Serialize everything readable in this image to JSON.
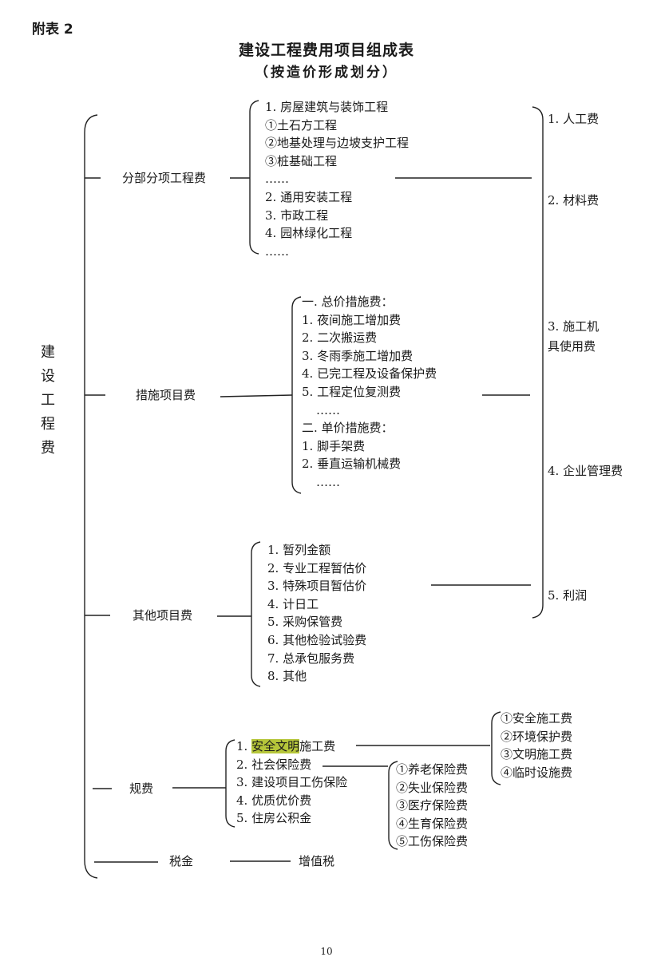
{
  "header": {
    "attachment_label": "附表 2",
    "title": "建设工程费用项目组成表",
    "subtitle": "（按造价形成划分）"
  },
  "root": {
    "chars": [
      "建",
      "设",
      "工",
      "程",
      "费"
    ]
  },
  "categories": {
    "fenbu": {
      "label": "分部分项工程费",
      "items": [
        "1. 房屋建筑与装饰工程",
        "①土石方工程",
        "②地基处理与边坡支护工程",
        "③桩基础工程",
        "……",
        "2. 通用安装工程",
        "3. 市政工程",
        "4. 园林绿化工程",
        "……"
      ]
    },
    "cuoshi": {
      "label": "措施项目费",
      "items": [
        "一. 总价措施费：",
        "1. 夜间施工增加费",
        "2. 二次搬运费",
        "3. 冬雨季施工增加费",
        "4. 已完工程及设备保护费",
        "5. 工程定位复测费",
        "……",
        "二. 单价措施费：",
        "1. 脚手架费",
        "2. 垂直运输机械费",
        "……"
      ]
    },
    "qita": {
      "label": "其他项目费",
      "items": [
        "1. 暂列金额",
        "2. 专业工程暂估价",
        "3. 特殊项目暂估价",
        "4. 计日工",
        "5. 采购保管费",
        "6. 其他检验试验费",
        "7. 总承包服务费",
        "8. 其他"
      ]
    },
    "guifei": {
      "label": "规费",
      "item1_prefix": "1. ",
      "item1_highlight": "安全文明",
      "item1_suffix": "施工费",
      "items": [
        "2. 社会保险费",
        "3. 建设项目工伤保险",
        "4. 优质优价费",
        "5. 住房公积金"
      ],
      "safety_items": [
        "①安全施工费",
        "②环境保护费",
        "③文明施工费",
        "④临时设施费"
      ],
      "insurance_items": [
        "①养老保险费",
        "②失业保险费",
        "③医疗保险费",
        "④生育保险费",
        "⑤工伤保险费"
      ]
    },
    "shuijin": {
      "label": "税金",
      "item": "增值税"
    }
  },
  "components": {
    "c1": "1. 人工费",
    "c2": "2. 材料费",
    "c3_line1": "3. 施工机",
    "c3_line2": "具使用费",
    "c4": "4. 企业管理费",
    "c5": "5. 利润"
  },
  "page_number": "10",
  "colors": {
    "highlight": "#b6c63a",
    "line": "#222222"
  }
}
